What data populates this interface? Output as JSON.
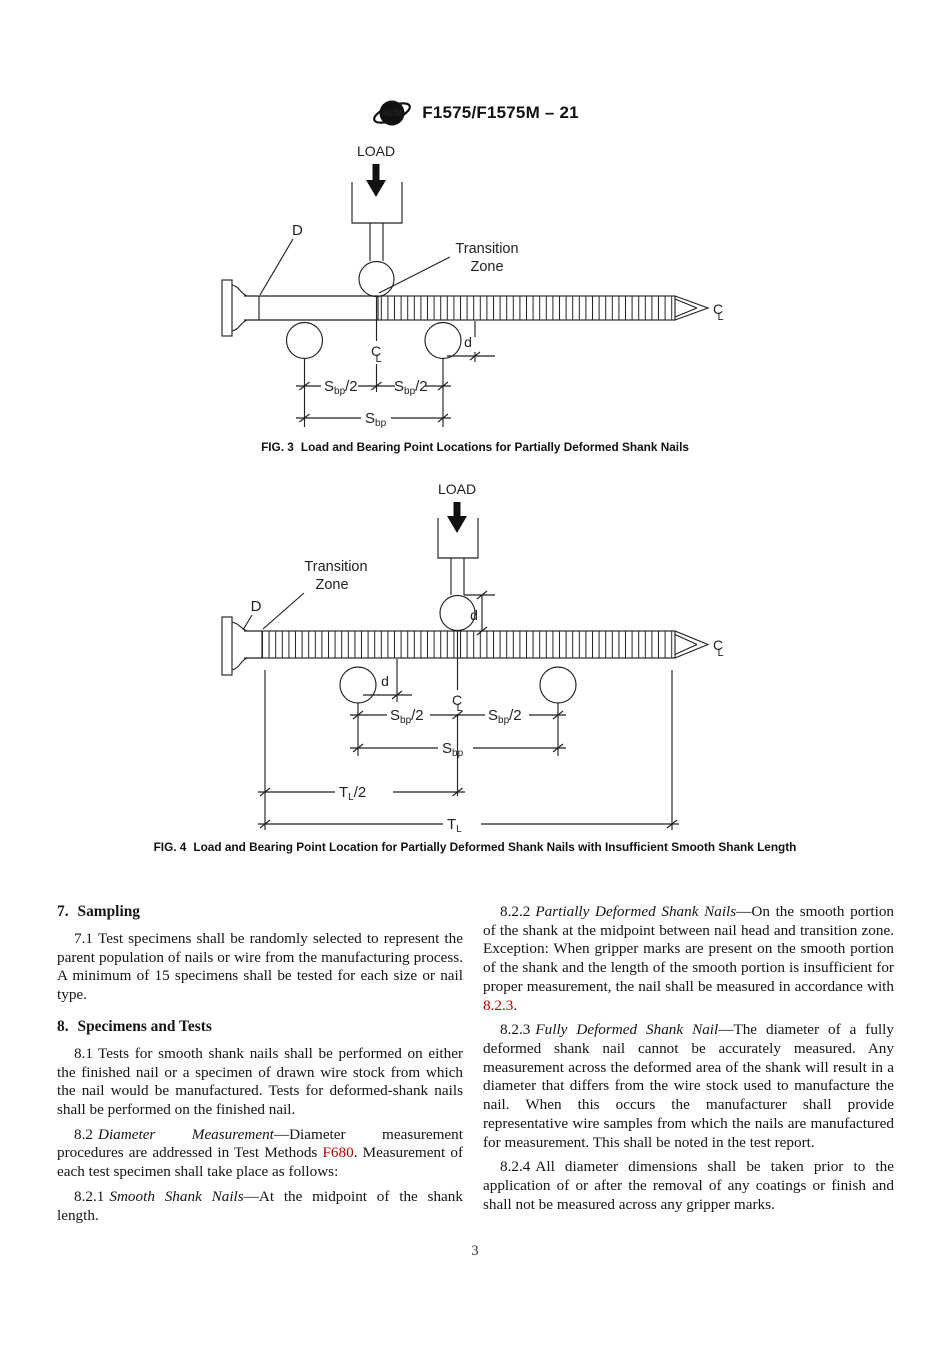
{
  "colors": {
    "background": "#ffffff",
    "text": "#1a1a1a",
    "reference_link": "#c00000"
  },
  "header": {
    "logo_text": "ASTM",
    "standard_designation": "F1575/F1575M – 21"
  },
  "figures": {
    "shared_labels": {
      "load": "LOAD",
      "d_upper": "D",
      "transition_line1": "Transition",
      "transition_line2": "Zone",
      "d_dim": "d",
      "s": "S",
      "bp_sub": "bp",
      "half": "/2",
      "t": "T",
      "l_sub": "L",
      "centerline_c": "C",
      "centerline_l": "L"
    },
    "fig3": {
      "number": "FIG. 3",
      "caption": "Load and Bearing Point Locations for Partially Deformed Shank Nails"
    },
    "fig4": {
      "number": "FIG. 4",
      "caption": "Load and Bearing Point Location for Partially Deformed Shank Nails with Insufficient Smooth Shank Length"
    }
  },
  "sections": {
    "s7": {
      "num": "7.",
      "title": "Sampling"
    },
    "p71": {
      "num": "7.1",
      "text": "Test specimens shall be randomly selected to represent the parent population of nails or wire from the manufacturing process. A minimum of 15 specimens shall be tested for each size or nail type."
    },
    "s8": {
      "num": "8.",
      "title": "Specimens and Tests"
    },
    "p81": {
      "num": "8.1",
      "text": "Tests for smooth shank nails shall be performed on either the finished nail or a specimen of drawn wire stock from which the nail would be manufactured. Tests for deformed-shank nails shall be performed on the finished nail."
    },
    "p82": {
      "num": "8.2",
      "lead": "Diameter Measurement",
      "dash": "—",
      "text_a": "Diameter measurement procedures are addressed in Test Methods ",
      "ref": "F680",
      "text_b": ". Measurement of each test specimen shall take place as follows:"
    },
    "p821": {
      "num": "8.2.1",
      "lead": "Smooth Shank Nails",
      "dash": "—",
      "text": "At the midpoint of the shank length."
    },
    "p822": {
      "num": "8.2.2",
      "lead": "Partially Deformed Shank Nails",
      "dash": "—",
      "text_a": "On the smooth portion of the shank at the midpoint between nail head and transition zone. Exception: When gripper marks are present on the smooth portion of the shank and the length of the smooth portion is insufficient for proper measurement, the nail shall be measured in accordance with ",
      "ref": "8.2.3",
      "text_b": "."
    },
    "p823": {
      "num": "8.2.3",
      "lead": "Fully Deformed Shank Nail",
      "dash": "—",
      "text": "The diameter of a fully deformed shank nail cannot be accurately measured. Any measurement across the deformed area of the shank will result in a diameter that differs from the wire stock used to manufacture the nail. When this occurs the manufacturer shall provide representative wire samples from which the nails are manufactured for measurement. This shall be noted in the test report."
    },
    "p824": {
      "num": "8.2.4",
      "text": "All diameter dimensions shall be taken prior to the application of or after the removal of any coatings or finish and shall not be measured across any gripper marks."
    }
  },
  "footer": {
    "page_number": "3"
  }
}
